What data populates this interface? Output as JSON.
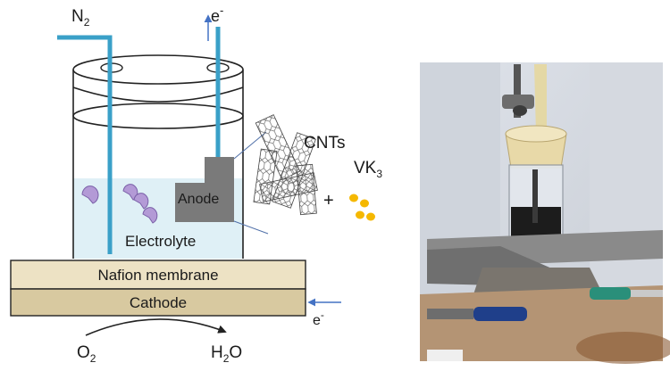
{
  "labels": {
    "n2_main": "N",
    "n2_sub": "2",
    "electron_top_main": "e",
    "electron_top_sup": "-",
    "cnts": "CNTs",
    "vk_main": "VK",
    "vk_sub": "3",
    "plus": "+",
    "anode": "Anode",
    "electrolyte": "Electrolyte",
    "nafion": "Nafion membrane",
    "cathode": "Cathode",
    "electron_side_main": "e",
    "electron_side_sup": "-",
    "o2_main": "O",
    "o2_sub": "2",
    "h2o_h": "H",
    "h2o_sub": "2",
    "h2o_o": "O"
  },
  "colors": {
    "tube": "#3aa0c8",
    "electrolyte": "#dff0f6",
    "membrane": "#ede2c4",
    "cathode": "#d8c9a0",
    "anode": "#7a7a7a",
    "microbe": "#b39ad6",
    "vk3": "#f5b800",
    "arrow": "#4472c4"
  }
}
